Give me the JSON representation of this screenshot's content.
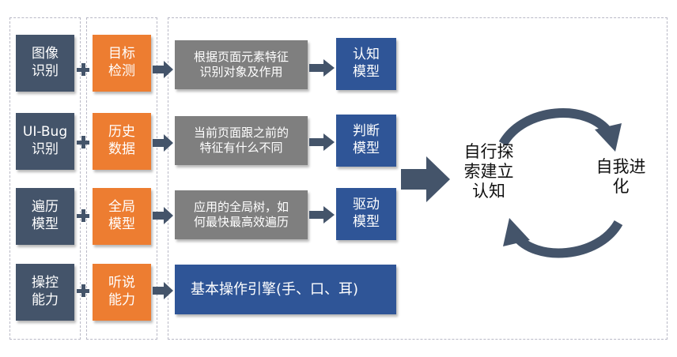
{
  "rows": [
    {
      "capability": "图像\n识别",
      "method": "目标\n检测",
      "description": "根据页面元素特征\n识别对象及作用",
      "model": "认知\n模型"
    },
    {
      "capability": "UI-Bug\n识别",
      "method": "历史\n数据",
      "description": "当前页面跟之前的\n特征有什么不同",
      "model": "判断\n模型"
    },
    {
      "capability": "遍历\n模型",
      "method": "全局\n模型",
      "description": "应用的全局树，如\n何最快最高效遍历",
      "model": "驱动\n模型"
    },
    {
      "capability": "操控\n能力",
      "method": "听说\n能力",
      "engine": "基本操作引擎(手、口、耳)"
    }
  ],
  "cycle": {
    "left_label": "自行探\n索建立\n认知",
    "right_label": "自我进\n化"
  },
  "colors": {
    "capability": "#44546a",
    "method": "#ed7d31",
    "description": "#7f7f7f",
    "model": "#2f5597",
    "frame": "#b9b9c6"
  }
}
